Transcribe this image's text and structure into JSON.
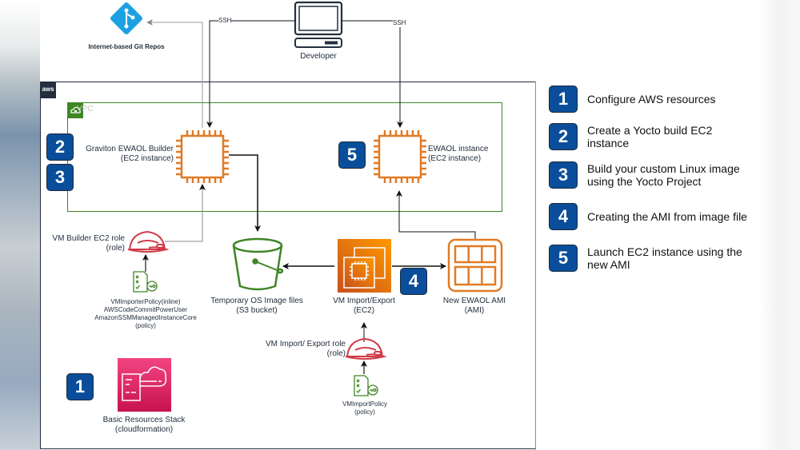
{
  "top": {
    "git_repos_label": "Internet-based Git Repos",
    "developer_label": "Developer",
    "ssh_left": "SSH",
    "ssh_right": "SSH"
  },
  "containers": {
    "aws_cloud_label": "aws",
    "vpc_label": "VPC"
  },
  "nodes": {
    "builder": {
      "title": "Graviton EWAOL Builder",
      "subtitle": "(EC2 instance)"
    },
    "ewaol_instance": {
      "title": "EWAOL instance",
      "subtitle": "(EC2 instance)"
    },
    "builder_role": {
      "title": "VM Builder EC2 role",
      "subtitle": "(role)"
    },
    "builder_policy": {
      "lines": [
        "VMImporterPolicy(inline)",
        "AWSCodeCommitPowerUser",
        "AmazonSSMManagedInstanceCore"
      ],
      "subtitle": "(policy)"
    },
    "s3": {
      "title": "Temporary OS Image files",
      "subtitle": "(S3 bucket)"
    },
    "vm_import": {
      "title": "VM Import/Export",
      "subtitle": "(EC2)"
    },
    "ami": {
      "title": "New EWAOL AMI",
      "subtitle": "(AMI)"
    },
    "import_role": {
      "title": "VM Import/ Export role",
      "subtitle": "(role)"
    },
    "import_policy": {
      "title": "VMImportPolicy",
      "subtitle": "(policy)"
    },
    "cloudformation": {
      "title": "Basic Resources Stack",
      "subtitle": "(cloudformation)"
    }
  },
  "step_badges": {
    "builder_a": "2",
    "builder_b": "3",
    "ewaol": "5",
    "vm_import": "4",
    "cloudformation": "1"
  },
  "legend": [
    {
      "number": "1",
      "text": "Configure AWS resources"
    },
    {
      "number": "2",
      "text": "Create a Yocto build EC2 instance"
    },
    {
      "number": "3",
      "text": "Build your custom Linux image using the Yocto Project"
    },
    {
      "number": "4",
      "text": "Creating the AMI from image file"
    },
    {
      "number": "5",
      "text": "Launch EC2 instance using the new AMI"
    }
  ],
  "colors": {
    "ec2_orange": "#e07b26",
    "s3_green": "#3f8624",
    "iam_red": "#d13a48",
    "cloudformation_pink": "#e4336f",
    "badge_blue": "#0a4e9b",
    "git_blue": "#1ba1e2",
    "aws_dark": "#232f3e"
  }
}
